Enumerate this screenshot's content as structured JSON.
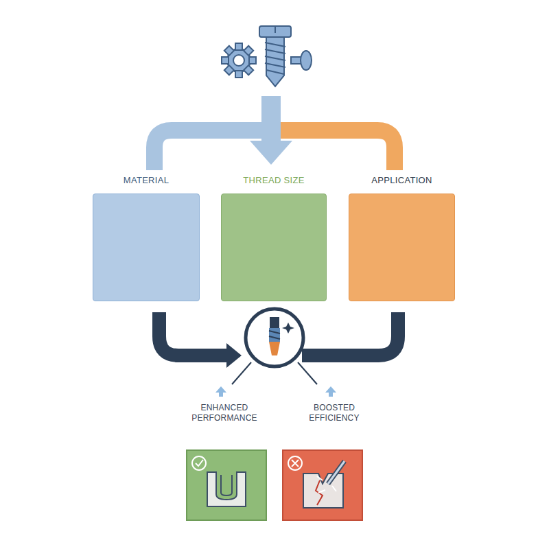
{
  "diagram": {
    "nodes": [
      {
        "text": [
          "MATERIAL"
        ]
      },
      {
        "text": [
          "THREAD SIZE"
        ]
      },
      {
        "text": [
          "APPLICATION"
        ]
      }
    ],
    "labels": [
      "ENHANCED PERFORMANCE",
      "BOOSTED EFFICIENCY"
    ]
  }
}
